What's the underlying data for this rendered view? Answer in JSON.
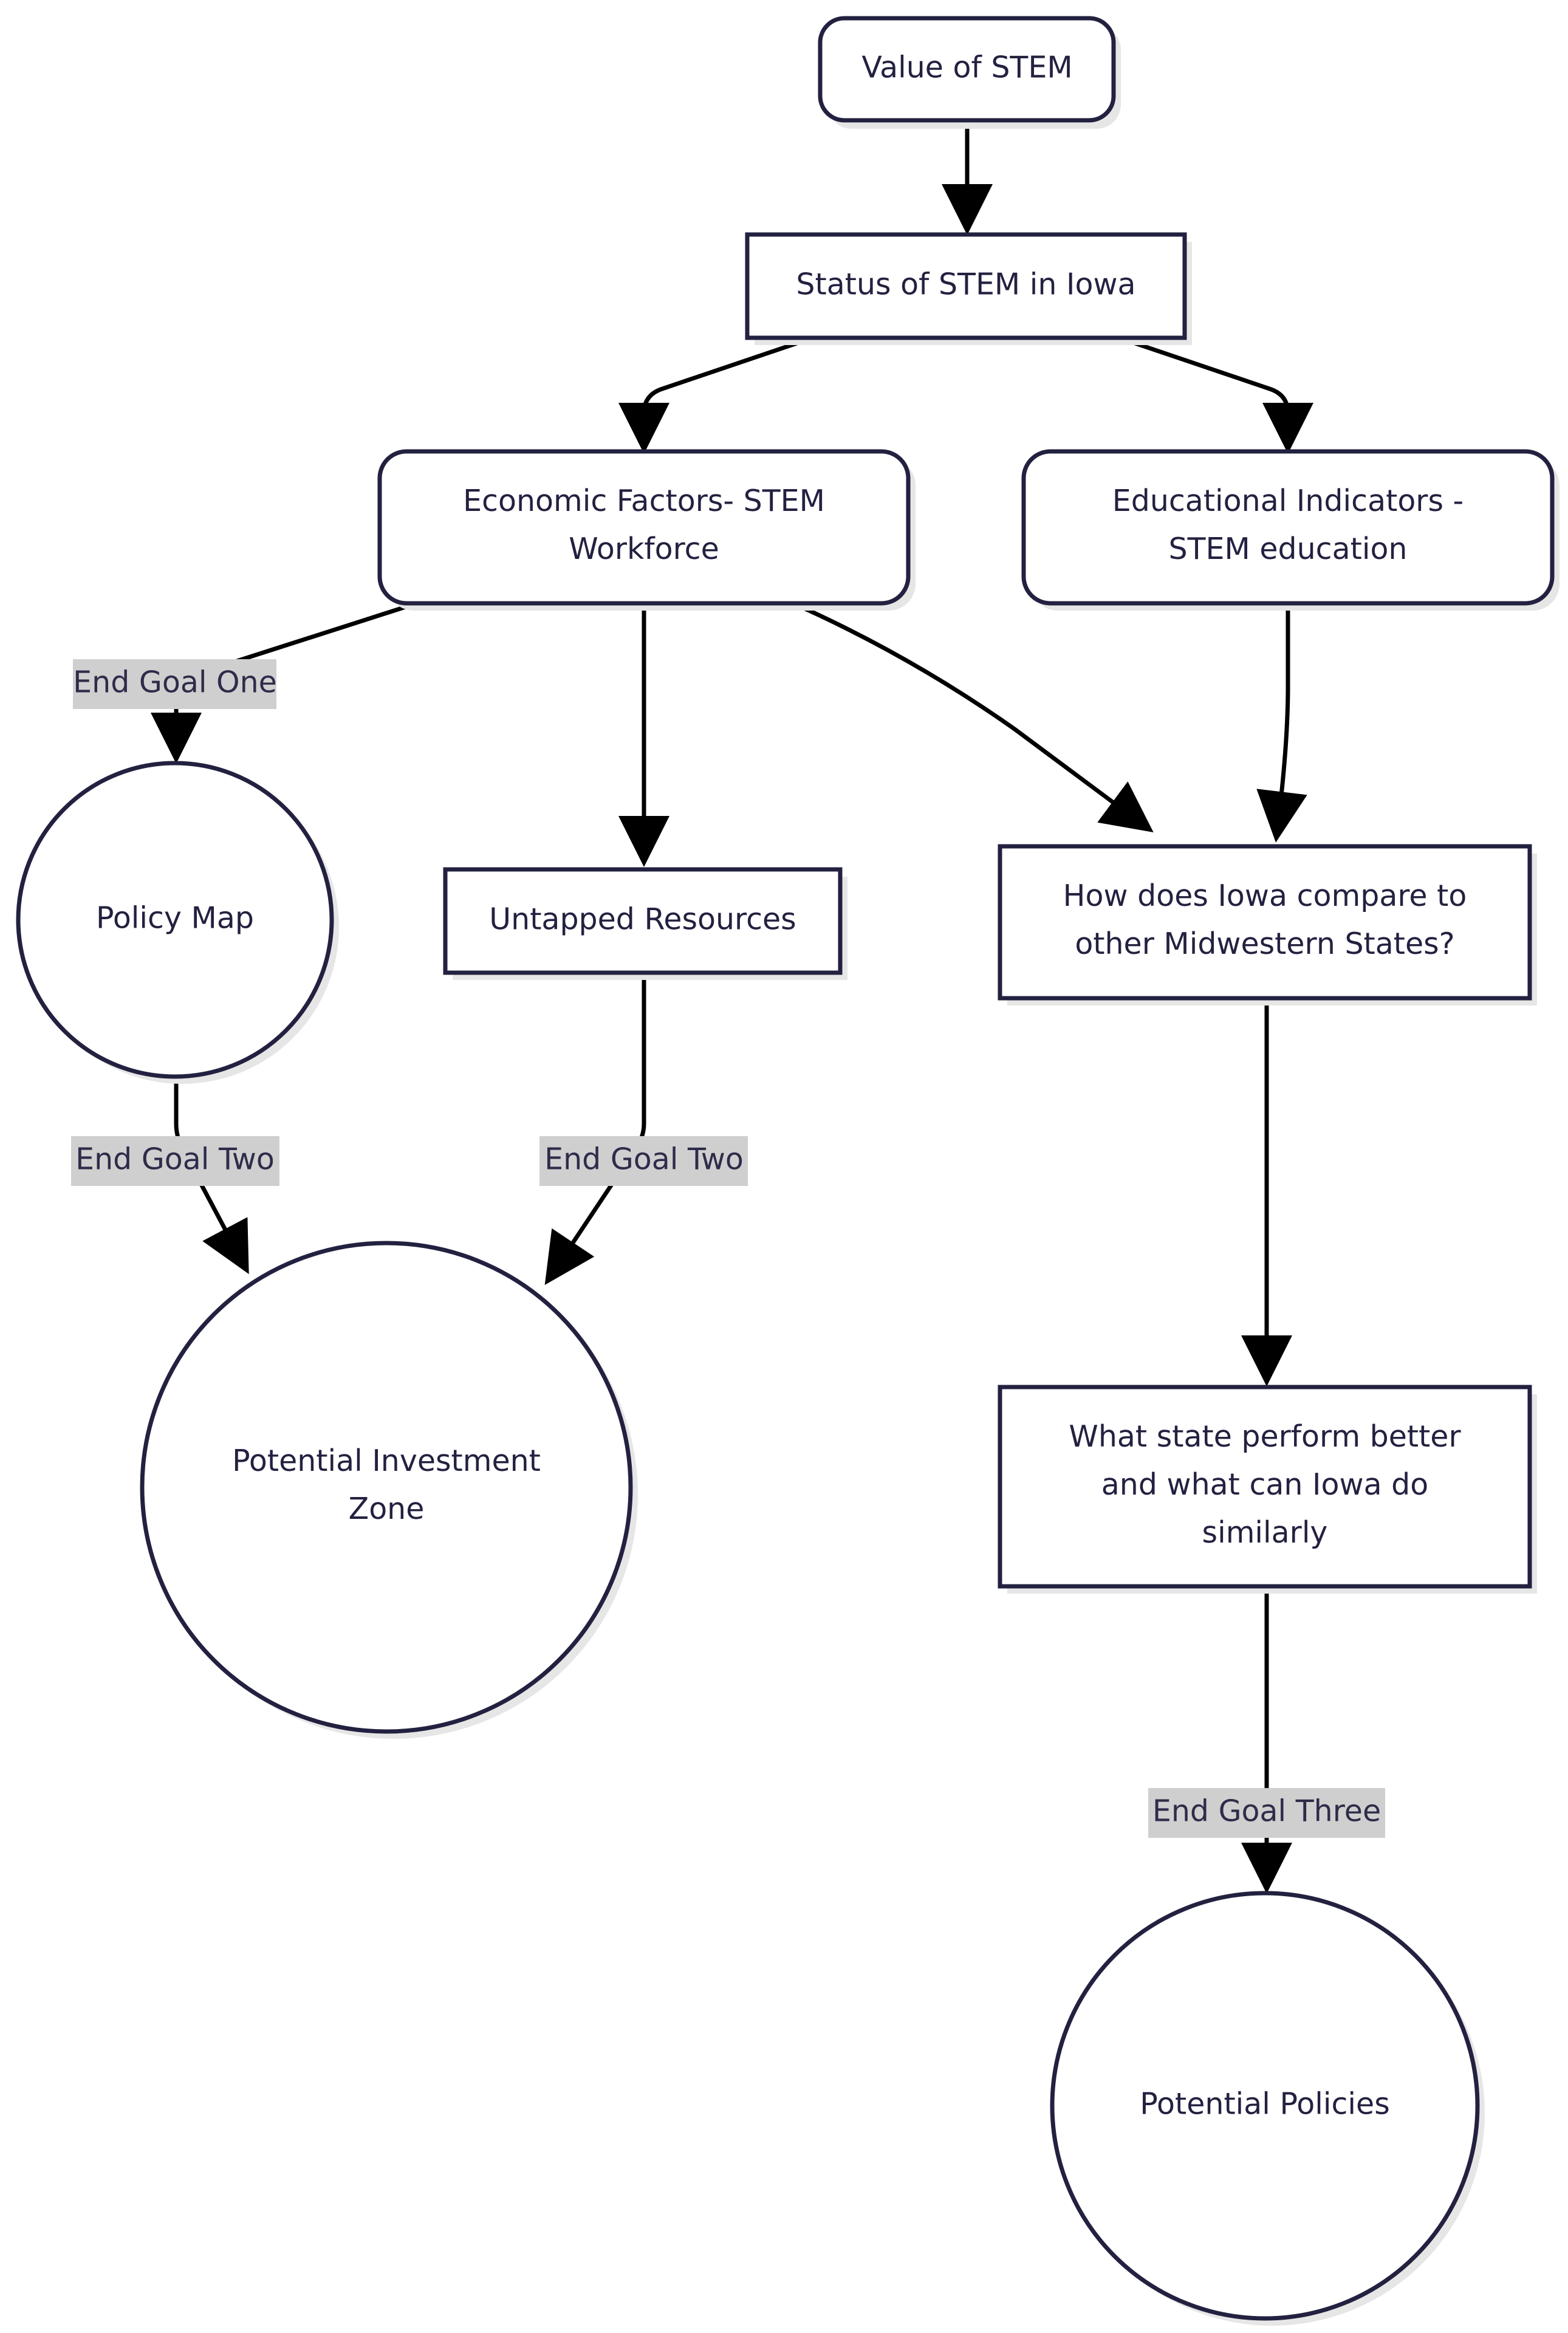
{
  "nodes": {
    "value_of_stem": "Value of STEM",
    "status_stem_iowa": "Status of STEM in Iowa",
    "economic_factors": [
      "Economic Factors- STEM",
      "Workforce"
    ],
    "educational_indicators": [
      "Educational Indicators -",
      "STEM education"
    ],
    "policy_map": "Policy Map",
    "untapped_resources": "Untapped Resources",
    "iowa_compare": [
      "How does Iowa compare to",
      "other Midwestern States?"
    ],
    "potential_investment_zone": [
      "Potential Investment",
      "Zone"
    ],
    "what_state_perform": [
      "What state perform better",
      "and what can Iowa do",
      "similarly"
    ],
    "potential_policies": "Potential Policies"
  },
  "edge_labels": {
    "end_goal_one": "End Goal One",
    "end_goal_two_left": "End Goal Two",
    "end_goal_two_right": "End Goal Two",
    "end_goal_three": "End Goal Three"
  },
  "colors": {
    "node_stroke": "#232140",
    "edge": "#000000",
    "label_background": "#cfcfcf",
    "shadow": "#e6e6e6"
  }
}
